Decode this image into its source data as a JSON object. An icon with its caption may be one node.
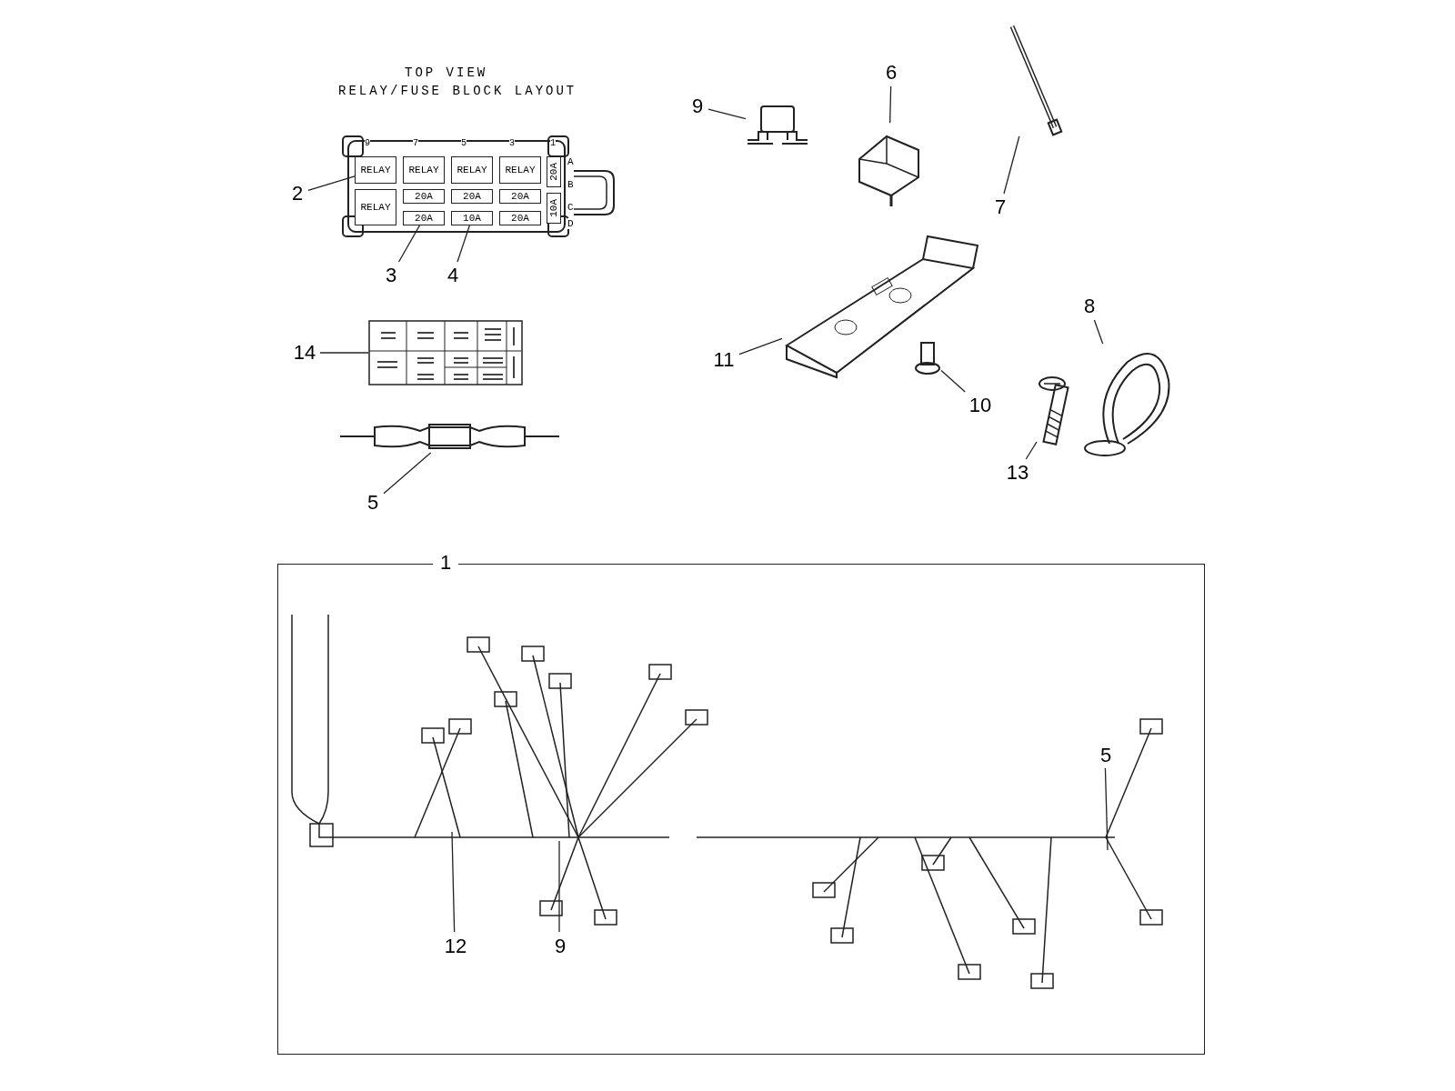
{
  "diagram": {
    "nodes": [
      {
        "text": [],
        "shape": "picture"
      },
      {
        "text": [
          "RELAY"
        ],
        "in": 0
      },
      {
        "text": [
          "RELAY"
        ],
        "in": 0
      },
      {
        "text": [
          "RELAY"
        ],
        "in": 0
      },
      {
        "text": [
          "RELAY"
        ],
        "in": 0
      },
      {
        "text": [
          "20A"
        ],
        "in": 0
      },
      {
        "text": [
          "RELAY"
        ],
        "in": 0
      },
      {
        "text": [
          "20A"
        ],
        "in": 0
      },
      {
        "text": [
          "20A"
        ],
        "in": 0
      },
      {
        "text": [
          "20A"
        ],
        "in": 0
      },
      {
        "text": [
          "10A"
        ],
        "in": 0
      },
      {
        "text": [
          "20A"
        ],
        "in": 0
      },
      {
        "text": [
          "10A"
        ],
        "in": 0
      },
      {
        "text": [
          "20A"
        ],
        "in": 0
      },
      {
        "text": [
          "2"
        ]
      },
      {
        "text": [
          "3"
        ]
      },
      {
        "text": [
          "4"
        ]
      },
      {
        "text": [
          "9"
        ]
      },
      {
        "text": [],
        "shape": "picture"
      },
      {
        "text": [
          "6"
        ]
      },
      {
        "text": [],
        "shape": "picture"
      },
      {
        "text": [
          "7"
        ]
      },
      {
        "text": [],
        "shape": "picture"
      },
      {
        "text": [
          "14"
        ]
      },
      {
        "text": [],
        "shape": "picture"
      },
      {
        "text": [
          "11"
        ]
      },
      {
        "text": [],
        "shape": "picture"
      },
      {
        "text": [
          "10"
        ]
      },
      {
        "text": [],
        "shape": "picture"
      },
      {
        "text": [
          "8"
        ]
      },
      {
        "text": [],
        "shape": "picture"
      },
      {
        "text": [
          "13"
        ]
      },
      {
        "text": [],
        "shape": "picture"
      },
      {
        "text": [
          "5"
        ]
      },
      {
        "text": [],
        "shape": "picture"
      },
      {
        "text": [
          "1"
        ]
      },
      {
        "text": [
          "12"
        ],
        "in": 35
      },
      {
        "text": [
          "9"
        ],
        "in": 35
      },
      {
        "text": [
          "5"
        ],
        "in": 35
      }
    ],
    "edges": [
      {
        "from": 14,
        "to": 1,
        "arrow": "none"
      },
      {
        "from": 15,
        "to": 11,
        "arrow": "none"
      },
      {
        "from": 16,
        "to": 12,
        "arrow": "none"
      },
      {
        "from": 17,
        "to": 18,
        "arrow": "none"
      },
      {
        "from": 19,
        "to": 20,
        "arrow": "none"
      },
      {
        "from": 21,
        "to": 22,
        "arrow": "none"
      },
      {
        "from": 23,
        "to": 24,
        "arrow": "none"
      },
      {
        "from": 25,
        "to": 26,
        "arrow": "none"
      },
      {
        "from": 27,
        "to": 28,
        "arrow": "none"
      },
      {
        "from": 29,
        "to": 30,
        "arrow": "none"
      },
      {
        "from": 31,
        "to": 32,
        "arrow": "none"
      },
      {
        "from": 33,
        "to": 34,
        "arrow": "none"
      },
      {
        "from": 36,
        "to": null,
        "arrow": "none"
      },
      {
        "from": 37,
        "to": null,
        "arrow": "none"
      },
      {
        "from": 38,
        "to": null,
        "arrow": "none"
      }
    ],
    "labels": [
      "TOP VIEW",
      "RELAY/FUSE BLOCK LAYOUT",
      "9",
      "7",
      "5",
      "3",
      "1",
      "A",
      "B",
      "C",
      "D"
    ]
  }
}
